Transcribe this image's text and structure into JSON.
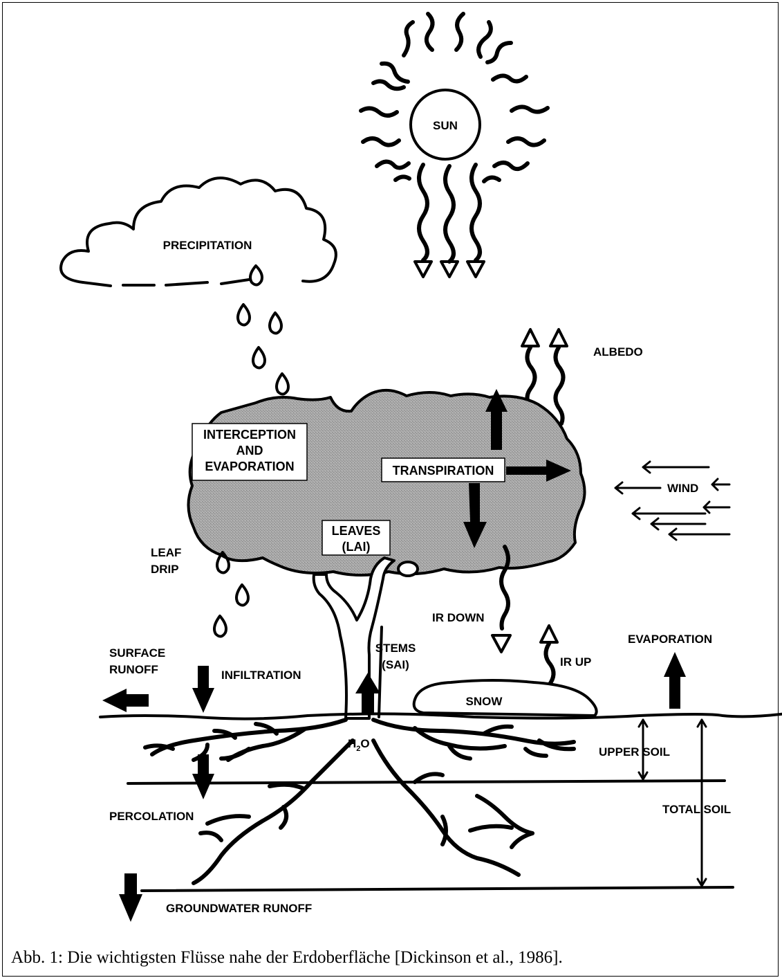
{
  "labels": {
    "sun": "SUN",
    "precipitation": "PRECIPITATION",
    "albedo": "ALBEDO",
    "interception": [
      "INTERCEPTION",
      "AND",
      "EVAPORATION"
    ],
    "transpiration": "TRANSPIRATION",
    "wind": "WIND",
    "leaves": [
      "LEAVES",
      "(LAI)"
    ],
    "leaf_drip": [
      "LEAF",
      "DRIP"
    ],
    "ir_down": "IR DOWN",
    "ir_up": "IR UP",
    "evaporation": "EVAPORATION",
    "surface_runoff": [
      "SURFACE",
      "RUNOFF"
    ],
    "infiltration": "INFILTRATION",
    "stems": [
      "STEMS",
      "(SAI)"
    ],
    "snow": "SNOW",
    "h2o_main": "H",
    "h2o_sub": "2",
    "h2o_end": "O",
    "upper_soil": "UPPER SOIL",
    "total_soil": "TOTAL SOIL",
    "percolation": "PERCOLATION",
    "groundwater_runoff": "GROUNDWATER RUNOFF"
  },
  "caption": "Abb. 1: Die wichtigsten Flüsse nahe der Erdoberfläche [Dickinson et al., 1986]."
}
